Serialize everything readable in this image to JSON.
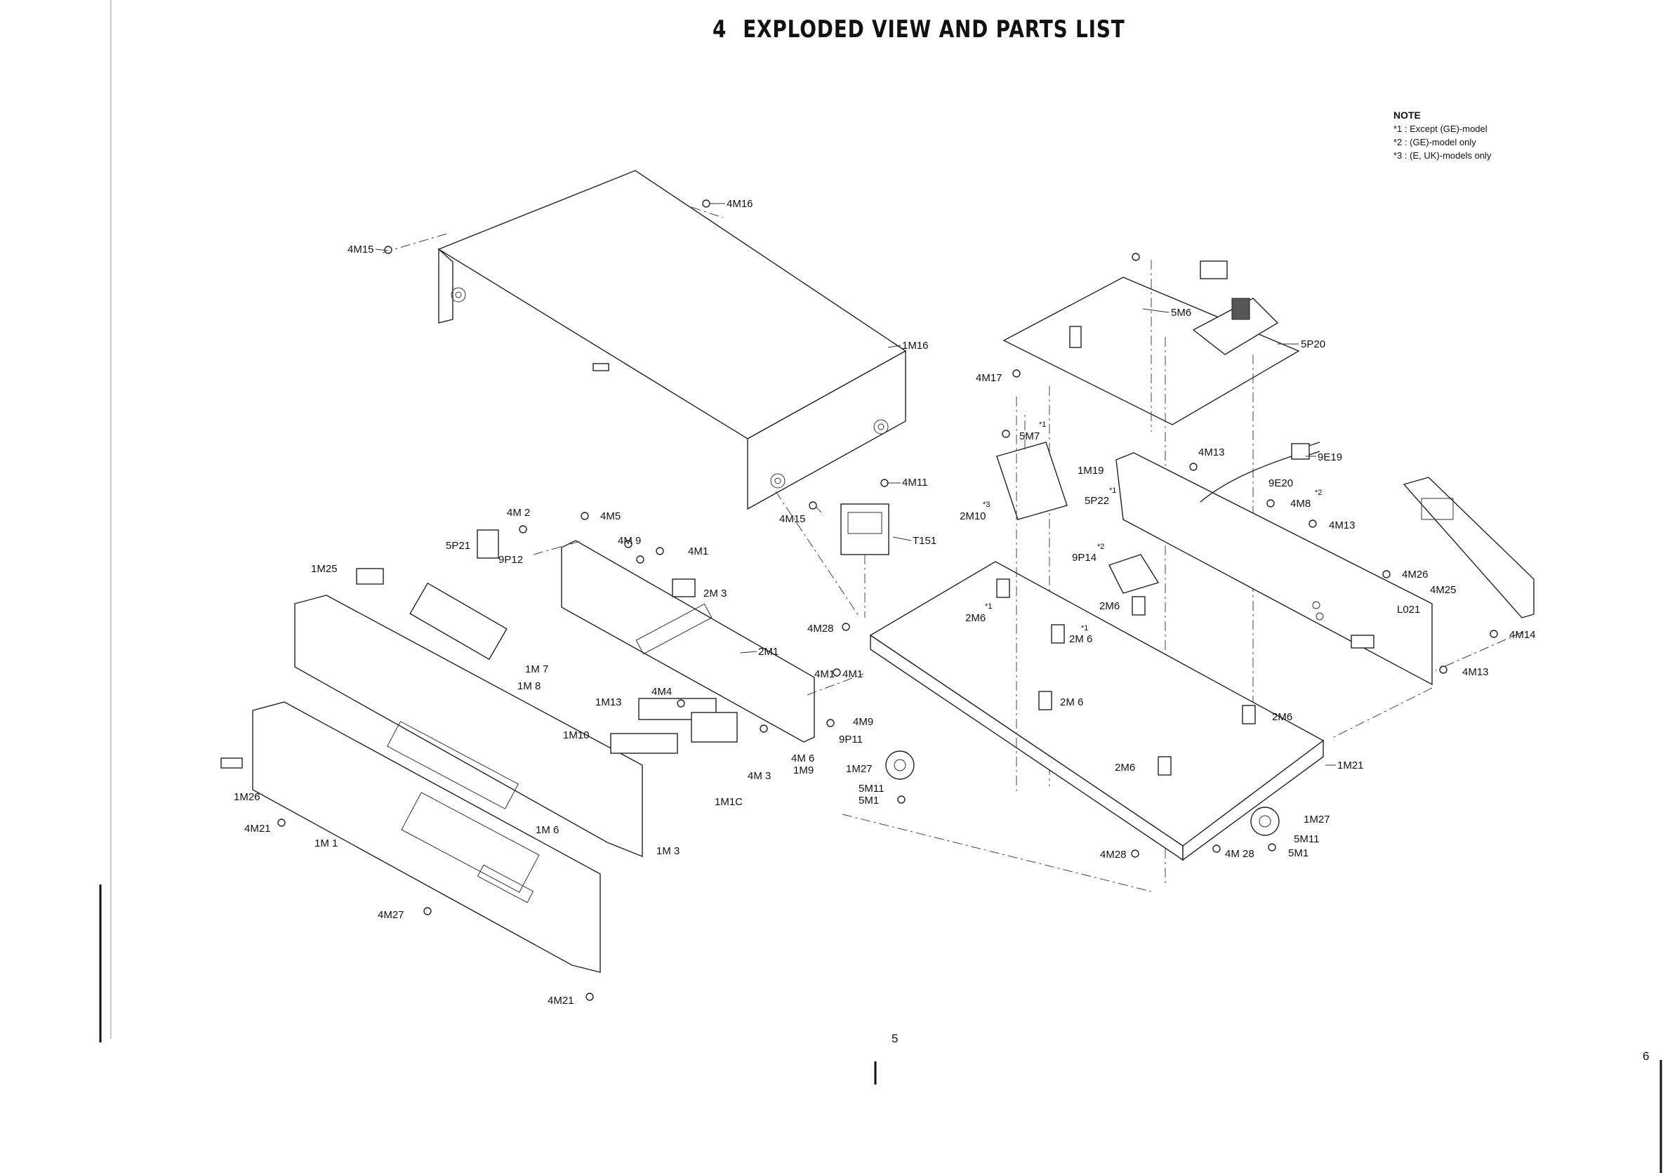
{
  "title": {
    "number": "4",
    "text": "EXPLODED VIEW AND PARTS LIST"
  },
  "note": {
    "heading": "NOTE",
    "lines": [
      "*1 : Except (GE)-model",
      "*2 : (GE)-model only",
      "*3 : (E, UK)-models only"
    ]
  },
  "pages": {
    "left": "5",
    "right": "6"
  },
  "labels": {
    "4M16": "4M16",
    "4M15a": "4M15",
    "1M16": "1M16",
    "4M11": "4M11",
    "4M15b": "4M15",
    "T151": "T151",
    "4M2": "4M 2",
    "4M5": "4M5",
    "4M9a": "4M 9",
    "4M1a": "4M1",
    "5P21": "5P21",
    "1M25": "1M25",
    "9P12": "9P12",
    "2M3": "2M 3",
    "2M1": "2M1",
    "1M7": "1M 7",
    "1M8": "1M 8",
    "4M4": "4M4",
    "1M13a": "1M13",
    "4M1b": "4M1",
    "4M9b": "4M9",
    "9P11": "9P11",
    "1M10": "1M10",
    "4M6": "4M 6",
    "1M9": "1M9",
    "4M3": "4M 3",
    "1M10b": "1M1C",
    "1M6": "1M 6",
    "1M3": "1M 3",
    "1M26": "1M26",
    "4M21a": "4M21",
    "1M1": "1M 1",
    "4M27": "4M27",
    "4M21b": "4M21",
    "5M6": "5M6",
    "5P20": "5P20",
    "4M17": "4M17",
    "5M7": "5M7",
    "1M19": "1M19",
    "5P22": "5P22",
    "2M10": "2M10",
    "4M13a": "4M13",
    "9E19": "9E19",
    "9E20": "9E20",
    "4M8": "4M8",
    "4M13b": "4M13",
    "9P14": "9P14",
    "2M6a": "2M6",
    "2M6b": "2M6",
    "2M6c": "2M 6",
    "2M6d": "2M 6",
    "2M6e": "2M6",
    "2M6f": "2M6",
    "4M26": "4M26",
    "4M25": "4M25",
    "L021": "L021",
    "4M14": "4M14",
    "4M13c": "4M13",
    "4M28a": "4M28",
    "4M1c": "4M1",
    "1M27a": "1M27",
    "5M11a": "5M11",
    "5M1a": "5M1",
    "1M21": "1M21",
    "1M27b": "1M27",
    "5M11b": "5M11",
    "5M1b": "5M1",
    "4M28b": "4M 28",
    "4M28c": "4M28"
  },
  "marks": {
    "s1": "*1",
    "s2": "*2",
    "s3": "*3"
  }
}
